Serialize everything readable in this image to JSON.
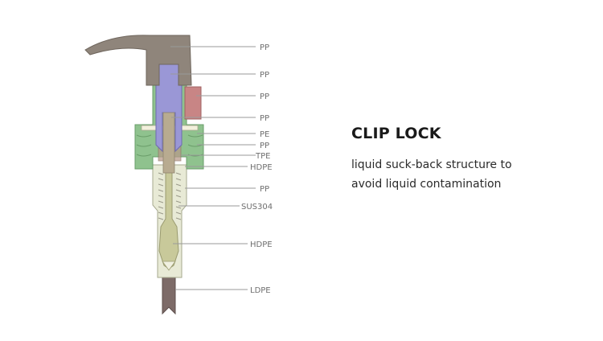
{
  "diagram": {
    "part_labels": [
      "PP",
      "PP",
      "PP",
      "PP",
      "PE",
      "PP",
      "TPE",
      "HDPE",
      "PP",
      "SUS304",
      "HDPE",
      "LDPE"
    ]
  },
  "feature": {
    "title": "CLIP LOCK",
    "description_line1": "liquid suck-back structure to",
    "description_line2": "avoid liquid contamination"
  },
  "colors": {
    "actuator": "#8f857b",
    "piston_rod": "#9a97d6",
    "closure": "#8fc28e",
    "clip": "#c88585",
    "body": "#e8ead6",
    "inner_stem": "#c8c99a",
    "dip_tube": "#7d6b68"
  }
}
